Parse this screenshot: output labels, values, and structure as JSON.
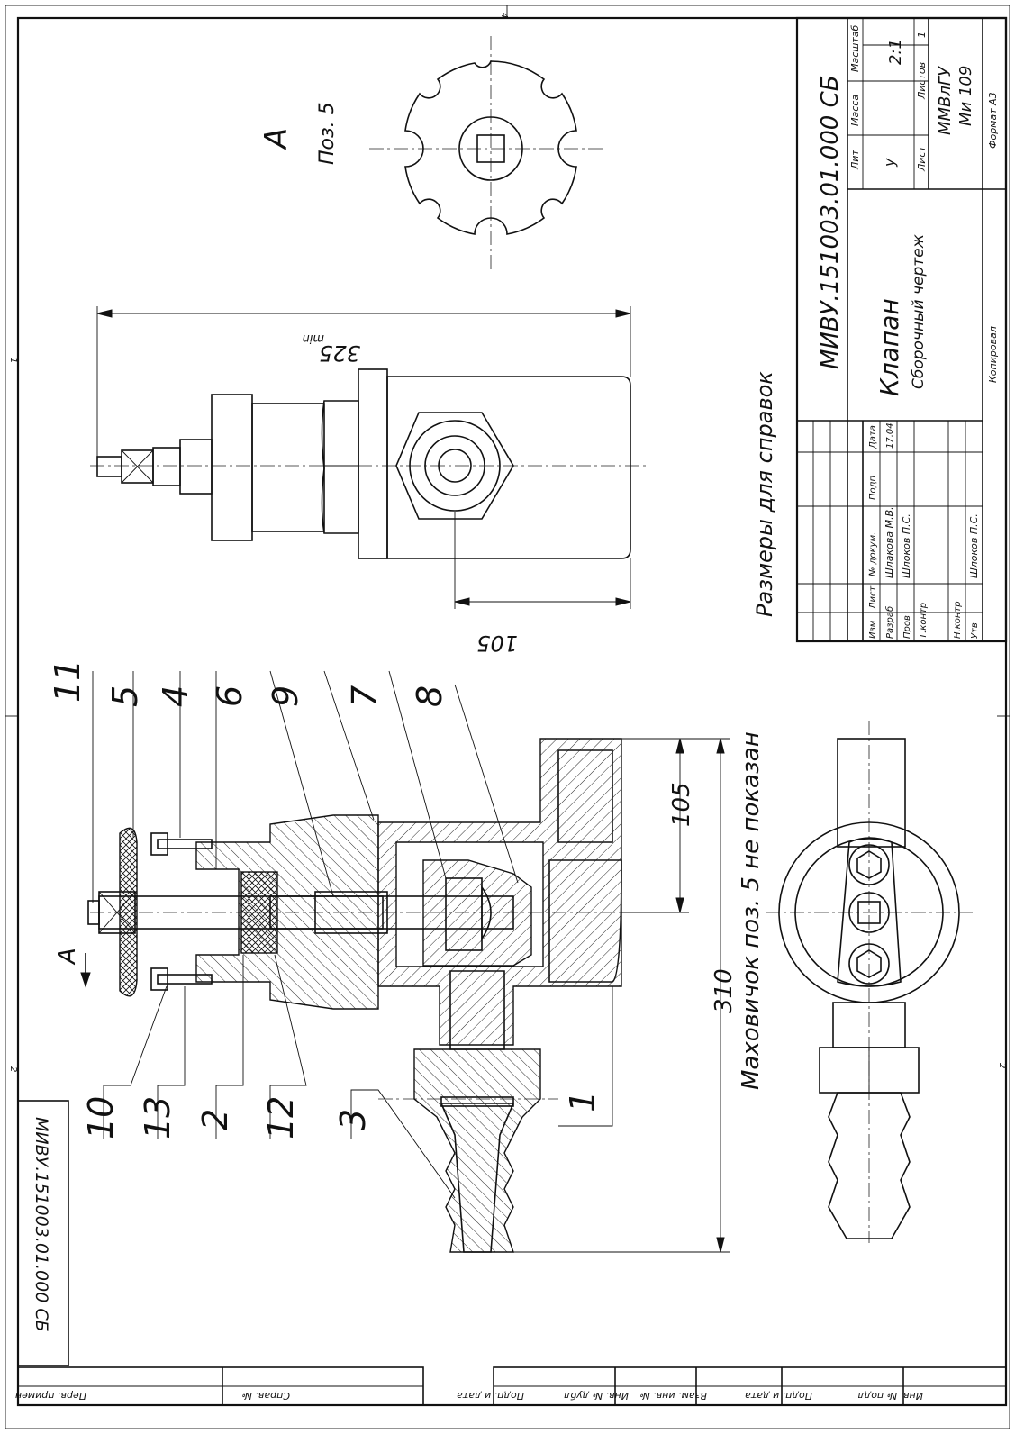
{
  "sheet": {
    "designation": "МИВУ.151003.01.000 СБ",
    "designation_rotated": "МИВУ.151003.01.000 СБ",
    "title": "Клапан",
    "subtitle": "Сборочный чертеж",
    "scale_header": "Масштаб",
    "scale": "2:1",
    "mass_header": "Масса",
    "lit_header": "Лит",
    "lit_value": "у",
    "sheet_header": "Лист",
    "sheets_header": "Листов",
    "sheets_value": "1",
    "organization": "ММВлГУ",
    "group": "Ми 109",
    "format": "Формат  А3",
    "copied": "Копировал",
    "roles": {
      "izm": "Изм",
      "list": "Лист",
      "doc": "№ докум.",
      "sign": "Подп",
      "date": "Дата",
      "razrab": "Разраб",
      "prov": "Пров",
      "tkontr": "Т.контр",
      "nkontr": "Н.контр",
      "utv": "Утв"
    },
    "razrab_name": "Шлакова М.В.",
    "prov_name": "Шлоков П.С.",
    "utv_name": "Шлоков П.С.",
    "date_value": "17.04",
    "side_labels": {
      "perv": "Перв. примен",
      "sprav": "Справ. №",
      "podp_data_1": "Подп. и дата",
      "inv_dubl": "Инв. № дубл",
      "vzam": "Взам. инв. №",
      "podp_data_2": "Подп. и дата",
      "inv_podl": "Инв. № подл"
    },
    "zone_marks": {
      "top": "4",
      "left_1": "1",
      "left_2": "2",
      "right_2": "2"
    }
  },
  "views": {
    "view_a_label": "А",
    "view_a_pos": "Поз. 5",
    "section_arrow_label": "А",
    "dimension_325": "325",
    "dimension_325_suffix": "min",
    "dimension_105_top": "105",
    "dimension_105_main": "105",
    "dimension_310": "310",
    "note_reference": "Размеры для справок",
    "note_handwheel": "Маховичок поз. 5 не показан"
  },
  "positions": {
    "top": [
      "11",
      "5",
      "4",
      "6",
      "9",
      "7",
      "8"
    ],
    "bottom": [
      "10",
      "13",
      "2",
      "12",
      "3",
      "1"
    ]
  }
}
